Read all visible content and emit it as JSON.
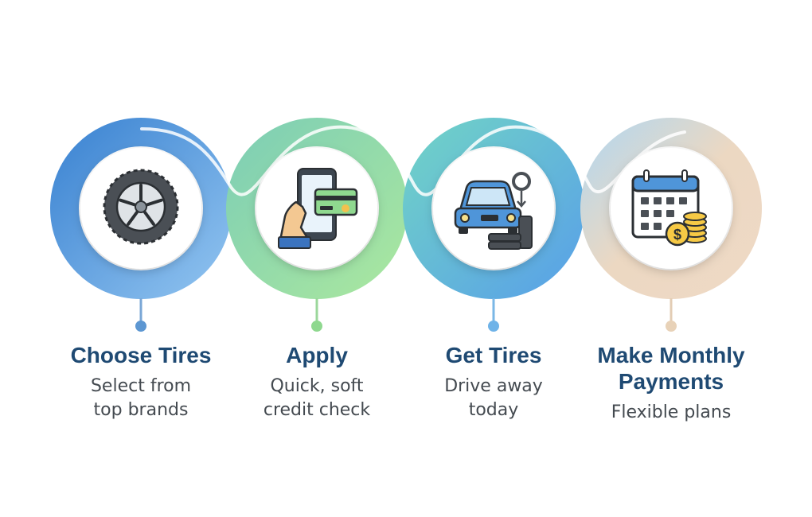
{
  "steps": [
    {
      "title": "Choose Tires",
      "description": "Select from\ntop brands",
      "icon": "tire-icon",
      "color": "#4f95d9"
    },
    {
      "title": "Apply",
      "description": "Quick, soft\ncredit check",
      "icon": "phone-credit-card-icon",
      "color": "#8fd88f"
    },
    {
      "title": "Get Tires",
      "description": "Drive away\ntoday",
      "icon": "car-tires-icon",
      "color": "#6fb3e8"
    },
    {
      "title": "Make Monthly\nPayments",
      "description": "Flexible plans",
      "icon": "calendar-coins-icon",
      "color": "#e8d2b8"
    }
  ],
  "colors": {
    "title": "#1f4a73",
    "text": "#444a50",
    "blue": "#4f95d9",
    "green": "#8fd88f",
    "sky": "#6fb3e8",
    "tan": "#e8d2b8"
  }
}
